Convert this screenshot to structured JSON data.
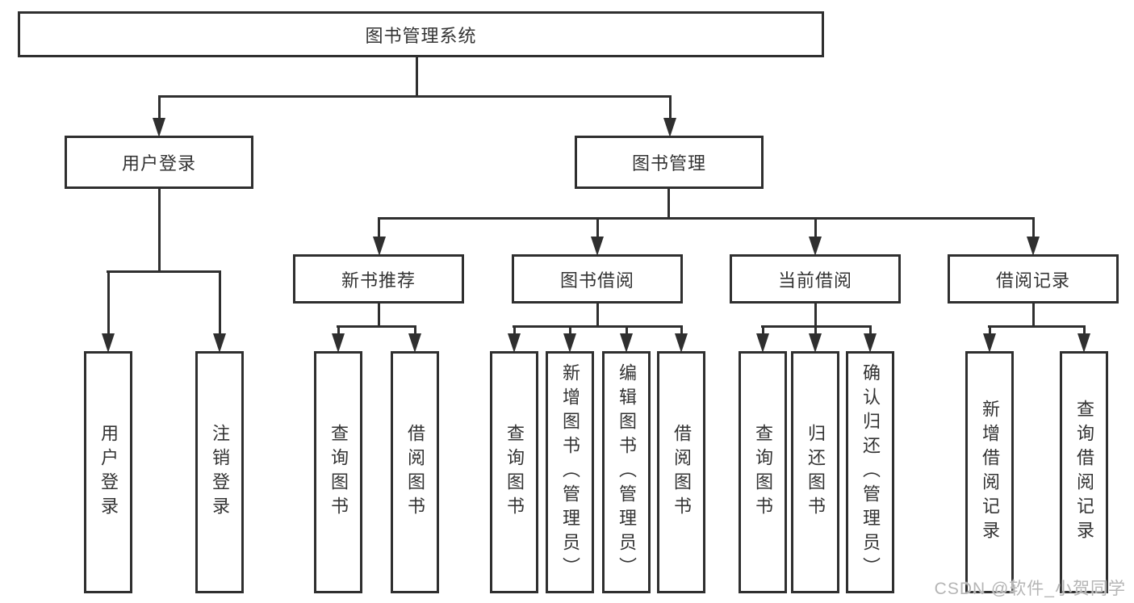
{
  "diagram_type": "hierarchy-tree",
  "tree": {
    "label": "图书管理系统",
    "children": [
      {
        "label": "用户登录",
        "children": [
          {
            "label": "用户登录"
          },
          {
            "label": "注销登录"
          }
        ]
      },
      {
        "label": "图书管理",
        "children": [
          {
            "label": "新书推荐",
            "children": [
              {
                "label": "查询图书"
              },
              {
                "label": "借阅图书"
              }
            ]
          },
          {
            "label": "图书借阅",
            "children": [
              {
                "label": "查询图书"
              },
              {
                "label": "新增图书（管理员）"
              },
              {
                "label": "编辑图书（管理员）"
              },
              {
                "label": "借阅图书"
              }
            ]
          },
          {
            "label": "当前借阅",
            "children": [
              {
                "label": "查询图书"
              },
              {
                "label": "归还图书"
              },
              {
                "label": "确认归还（管理员）"
              }
            ]
          },
          {
            "label": "借阅记录",
            "children": [
              {
                "label": "新增借阅记录"
              },
              {
                "label": "查询借阅记录"
              }
            ]
          }
        ]
      }
    ]
  },
  "watermark": "CSDN @软件_小贺同学",
  "colors": {
    "line": "#2f2f2f",
    "text": "#333333",
    "background": "#ffffff",
    "watermark": "#b5b5b5"
  }
}
